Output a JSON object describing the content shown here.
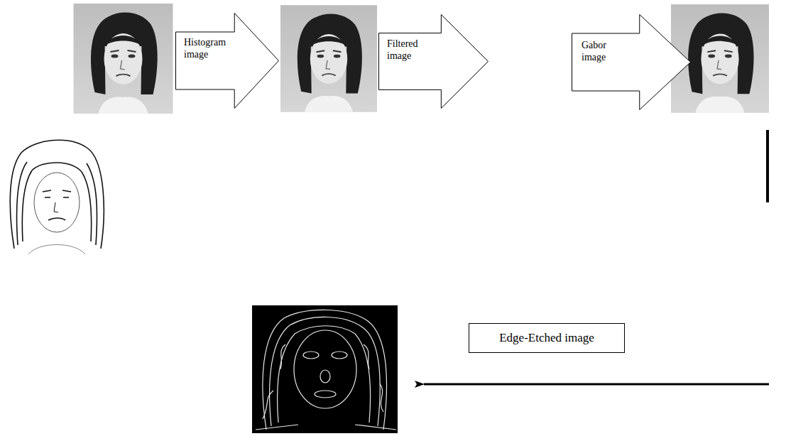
{
  "diagram": {
    "nodes": [
      {
        "text": [
          "Histogram image"
        ]
      },
      {
        "text": [
          "Filtered image"
        ]
      },
      {
        "text": [
          "Gabor image"
        ]
      },
      {
        "text": [
          "Edge-Etched image"
        ]
      }
    ]
  }
}
